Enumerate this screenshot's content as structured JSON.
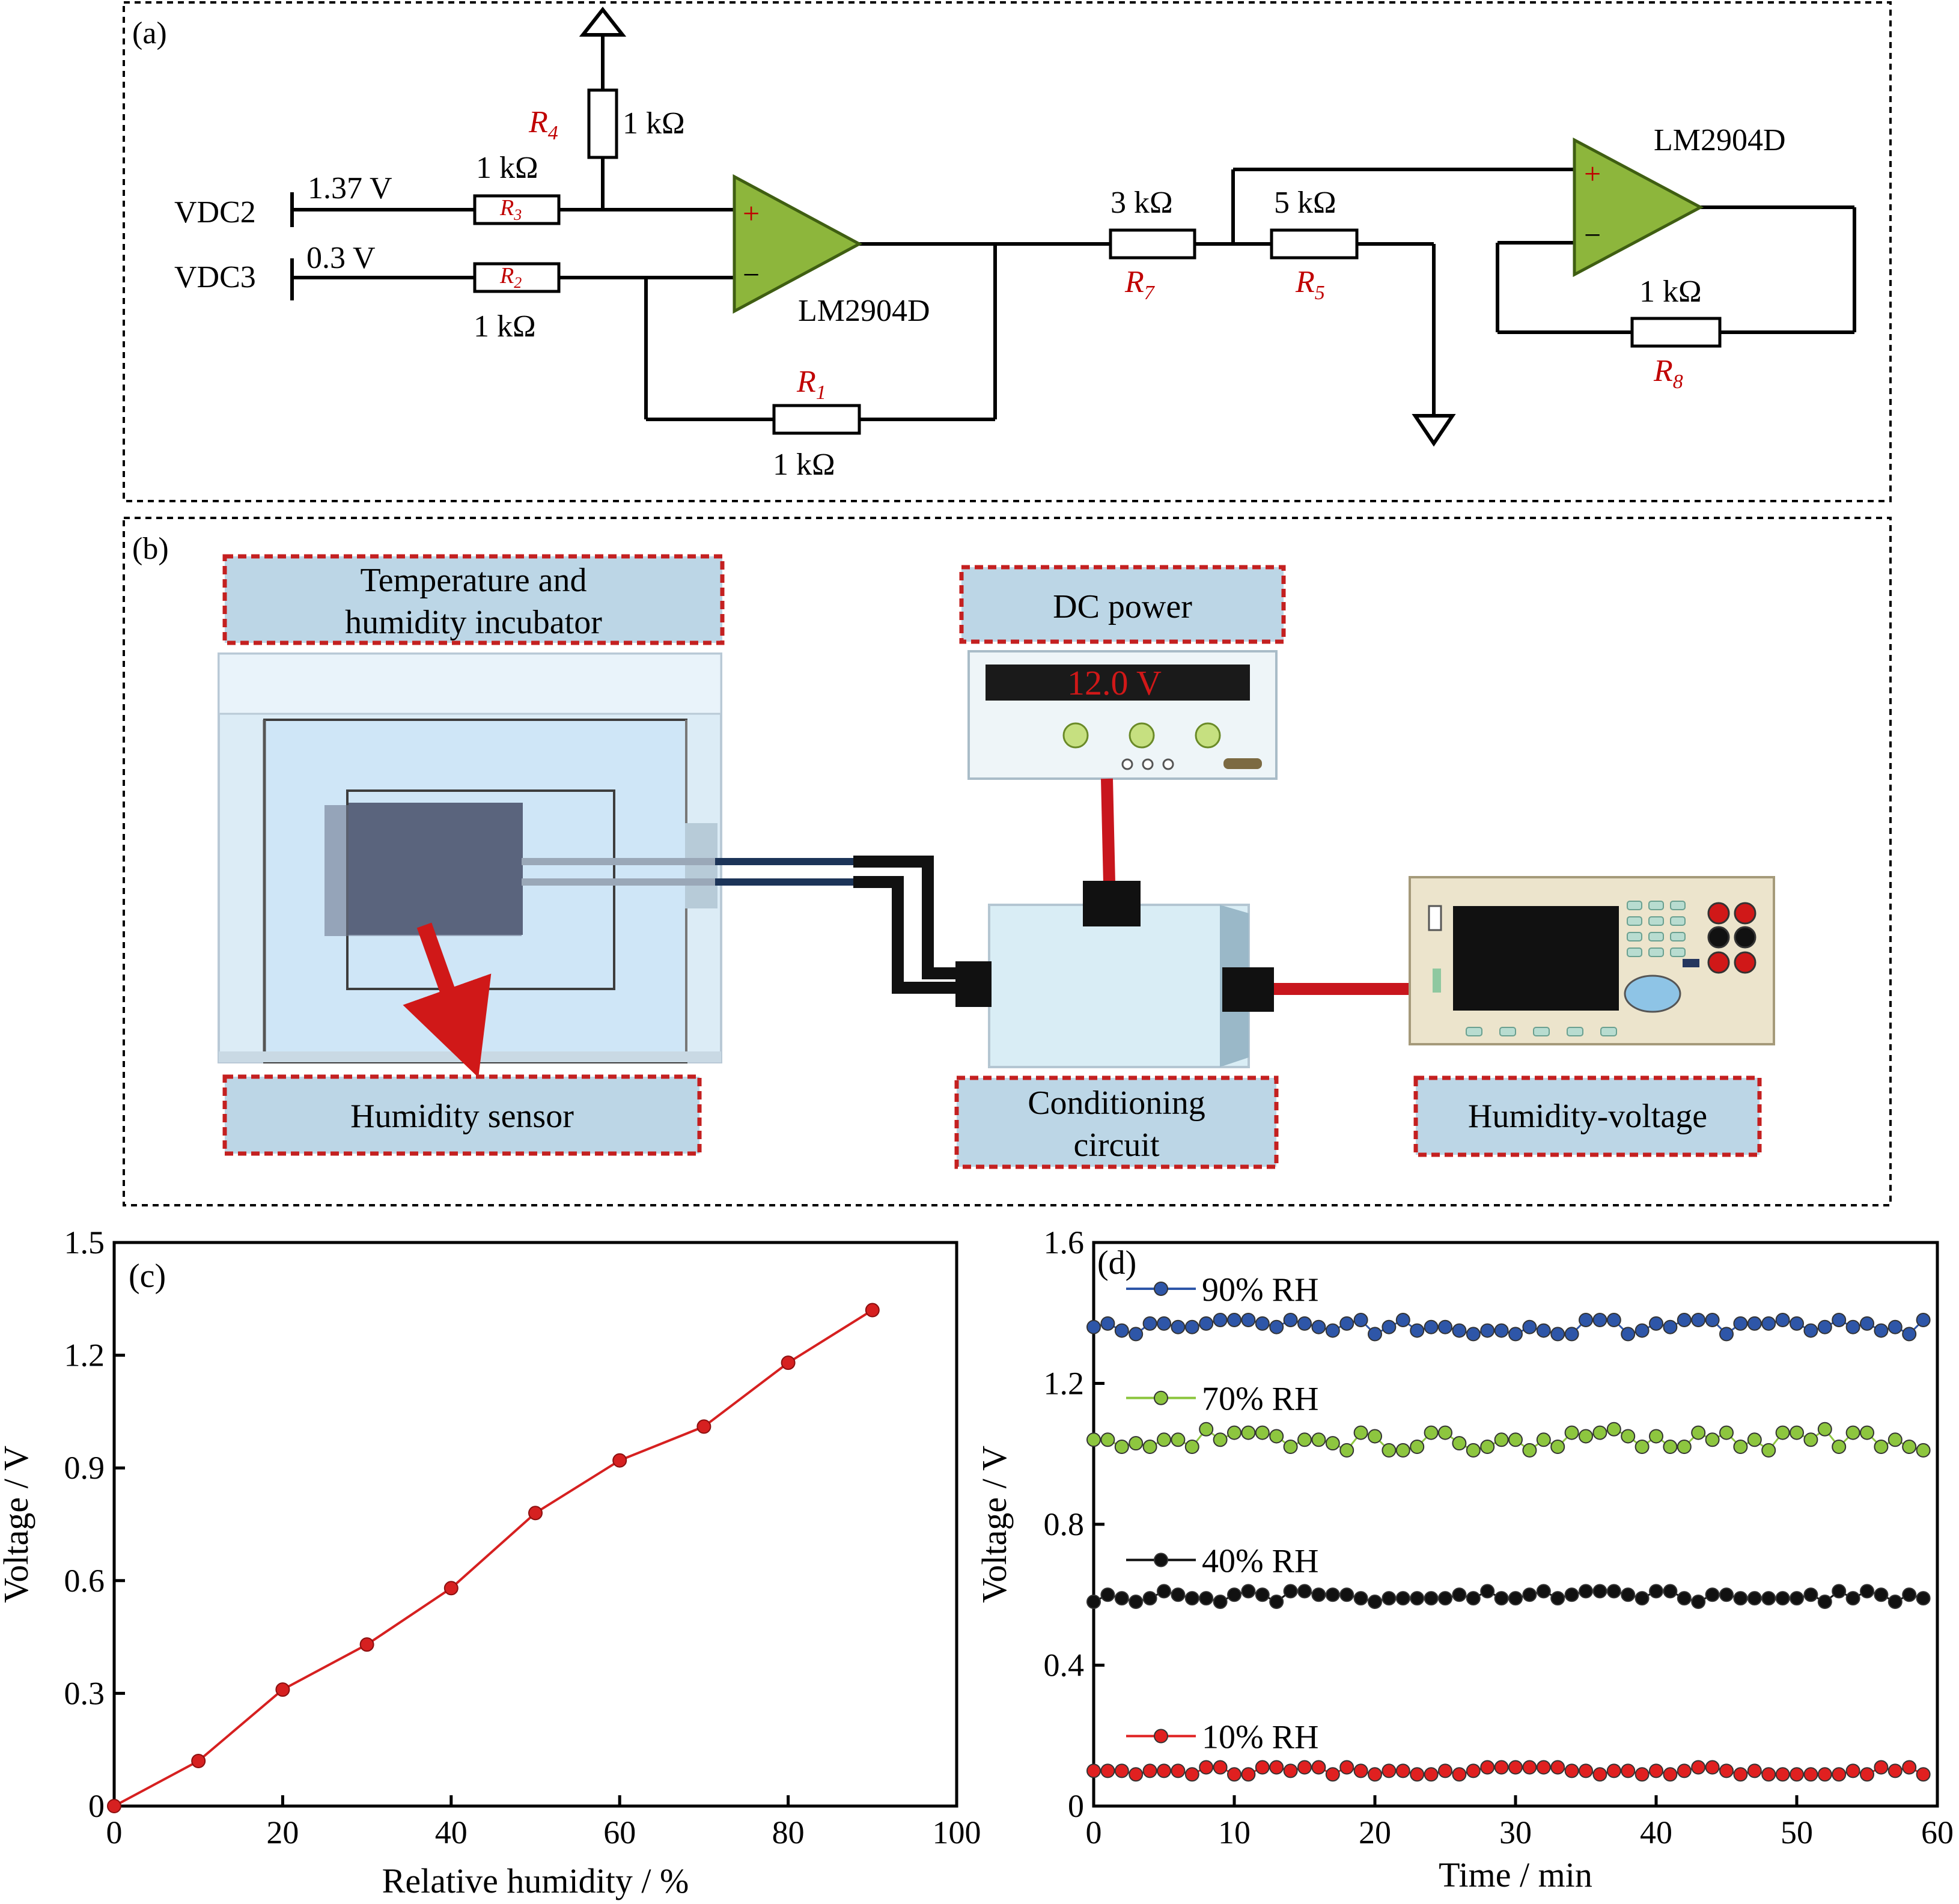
{
  "panel_a": {
    "label": "(a)",
    "inputs": [
      {
        "name": "VDC2",
        "voltage": "1.37 V"
      },
      {
        "name": "VDC3",
        "voltage": "0.3 V"
      }
    ],
    "opamp_label": "LM2904D",
    "plus_sign": "+",
    "minus_sign": "−",
    "resistors": {
      "r1": {
        "sym": "R",
        "sub": "1",
        "value": "1 kΩ"
      },
      "r2": {
        "sym": "R",
        "sub": "2",
        "value": "1 kΩ"
      },
      "r3": {
        "sym": "R",
        "sub": "3",
        "value": "1 kΩ"
      },
      "r4": {
        "sym": "R",
        "sub": "4",
        "value": "1 kΩ"
      },
      "r5": {
        "sym": "R",
        "sub": "5",
        "value": "5 kΩ"
      },
      "r7": {
        "sym": "R",
        "sub": "7",
        "value": "3 kΩ"
      },
      "r8": {
        "sym": "R",
        "sub": "8",
        "value": "1 kΩ"
      }
    },
    "colors": {
      "opamp": "#8db63c",
      "red_label": "#c00000"
    }
  },
  "panel_b": {
    "label": "(b)",
    "incubator_label": [
      "Temperature and",
      "humidity incubator"
    ],
    "sensor_label": "Humidity sensor",
    "dc_power_label": "DC power",
    "dc_display": "12.0 V",
    "conditioning_label": [
      "Conditioning",
      "circuit"
    ],
    "meter_label": "Humidity-voltage",
    "colors": {
      "label_fill": "#bcd6e6",
      "label_border": "#c42020",
      "cable_red": "#c8161d"
    }
  },
  "panel_c": {
    "label": "(c)",
    "chart_data": {
      "type": "line",
      "xlabel": "Relative humidity / %",
      "ylabel": "Voltage / V",
      "xlim": [
        0,
        100
      ],
      "ylim": [
        0,
        1.5
      ],
      "xticks": [
        "0",
        "20",
        "40",
        "60",
        "80",
        "100"
      ],
      "yticks": [
        "0",
        "0.3",
        "0.6",
        "0.9",
        "1.2",
        "1.5"
      ],
      "x": [
        0,
        10,
        20,
        30,
        40,
        50,
        60,
        70,
        80,
        90
      ],
      "y": [
        0.0,
        0.12,
        0.31,
        0.43,
        0.58,
        0.78,
        0.92,
        1.01,
        1.18,
        1.32
      ],
      "color": "#d62020",
      "grid": false
    }
  },
  "panel_d": {
    "label": "(d)",
    "chart_data": {
      "type": "scatter",
      "xlabel": "Time / min",
      "ylabel": "Voltage / V",
      "xlim": [
        0,
        60
      ],
      "ylim": [
        0,
        1.6
      ],
      "xticks": [
        "0",
        "10",
        "20",
        "30",
        "40",
        "50",
        "60"
      ],
      "yticks": [
        "0",
        "0.4",
        "0.8",
        "1.2",
        "1.6"
      ],
      "grid": false,
      "legend_placement": "inline-left",
      "series": [
        {
          "name": "90% RH",
          "color": "#2e56a8",
          "x": [
            0,
            1,
            2,
            3,
            4,
            5,
            6,
            7,
            8,
            9,
            10,
            11,
            12,
            13,
            14,
            15,
            16,
            17,
            18,
            19,
            20,
            21,
            22,
            23,
            24,
            25,
            26,
            27,
            28,
            29,
            30,
            31,
            32,
            33,
            34,
            35,
            36,
            37,
            38,
            39,
            40,
            41,
            42,
            43,
            44,
            45,
            46,
            47,
            48,
            49,
            50,
            51,
            52,
            53,
            54,
            55,
            56,
            57,
            58,
            59
          ],
          "y": [
            1.36,
            1.37,
            1.35,
            1.34,
            1.37,
            1.37,
            1.36,
            1.36,
            1.37,
            1.38,
            1.38,
            1.38,
            1.37,
            1.36,
            1.38,
            1.37,
            1.36,
            1.35,
            1.37,
            1.38,
            1.34,
            1.36,
            1.38,
            1.35,
            1.36,
            1.36,
            1.35,
            1.34,
            1.35,
            1.35,
            1.34,
            1.36,
            1.35,
            1.34,
            1.34,
            1.38,
            1.38,
            1.38,
            1.34,
            1.35,
            1.37,
            1.36,
            1.38,
            1.38,
            1.38,
            1.34,
            1.37,
            1.37,
            1.37,
            1.38,
            1.37,
            1.35,
            1.36,
            1.38,
            1.36,
            1.37,
            1.35,
            1.36,
            1.34,
            1.38
          ]
        },
        {
          "name": "70% RH",
          "color": "#8dc63f",
          "x": [
            0,
            1,
            2,
            3,
            4,
            5,
            6,
            7,
            8,
            9,
            10,
            11,
            12,
            13,
            14,
            15,
            16,
            17,
            18,
            19,
            20,
            21,
            22,
            23,
            24,
            25,
            26,
            27,
            28,
            29,
            30,
            31,
            32,
            33,
            34,
            35,
            36,
            37,
            38,
            39,
            40,
            41,
            42,
            43,
            44,
            45,
            46,
            47,
            48,
            49,
            50,
            51,
            52,
            53,
            54,
            55,
            56,
            57,
            58,
            59
          ],
          "y": [
            1.04,
            1.04,
            1.02,
            1.03,
            1.02,
            1.04,
            1.04,
            1.02,
            1.07,
            1.04,
            1.06,
            1.06,
            1.06,
            1.05,
            1.02,
            1.04,
            1.04,
            1.03,
            1.01,
            1.06,
            1.05,
            1.01,
            1.01,
            1.02,
            1.06,
            1.06,
            1.03,
            1.01,
            1.02,
            1.04,
            1.04,
            1.01,
            1.04,
            1.02,
            1.06,
            1.05,
            1.06,
            1.07,
            1.05,
            1.02,
            1.05,
            1.02,
            1.02,
            1.06,
            1.04,
            1.06,
            1.02,
            1.04,
            1.01,
            1.06,
            1.06,
            1.04,
            1.07,
            1.02,
            1.06,
            1.06,
            1.02,
            1.04,
            1.02,
            1.01
          ]
        },
        {
          "name": "40% RH",
          "color": "#111111",
          "x": [
            0,
            1,
            2,
            3,
            4,
            5,
            6,
            7,
            8,
            9,
            10,
            11,
            12,
            13,
            14,
            15,
            16,
            17,
            18,
            19,
            20,
            21,
            22,
            23,
            24,
            25,
            26,
            27,
            28,
            29,
            30,
            31,
            32,
            33,
            34,
            35,
            36,
            37,
            38,
            39,
            40,
            41,
            42,
            43,
            44,
            45,
            46,
            47,
            48,
            49,
            50,
            51,
            52,
            53,
            54,
            55,
            56,
            57,
            58,
            59
          ],
          "y": [
            0.58,
            0.6,
            0.59,
            0.58,
            0.59,
            0.61,
            0.6,
            0.59,
            0.59,
            0.58,
            0.6,
            0.61,
            0.6,
            0.58,
            0.61,
            0.61,
            0.6,
            0.6,
            0.6,
            0.59,
            0.58,
            0.59,
            0.59,
            0.59,
            0.59,
            0.59,
            0.6,
            0.59,
            0.61,
            0.59,
            0.59,
            0.6,
            0.61,
            0.59,
            0.6,
            0.61,
            0.61,
            0.61,
            0.6,
            0.59,
            0.61,
            0.61,
            0.59,
            0.58,
            0.6,
            0.6,
            0.59,
            0.59,
            0.59,
            0.59,
            0.59,
            0.6,
            0.58,
            0.61,
            0.59,
            0.61,
            0.6,
            0.58,
            0.6,
            0.59
          ]
        },
        {
          "name": "10% RH",
          "color": "#e02020",
          "x": [
            0,
            1,
            2,
            3,
            4,
            5,
            6,
            7,
            8,
            9,
            10,
            11,
            12,
            13,
            14,
            15,
            16,
            17,
            18,
            19,
            20,
            21,
            22,
            23,
            24,
            25,
            26,
            27,
            28,
            29,
            30,
            31,
            32,
            33,
            34,
            35,
            36,
            37,
            38,
            39,
            40,
            41,
            42,
            43,
            44,
            45,
            46,
            47,
            48,
            49,
            50,
            51,
            52,
            53,
            54,
            55,
            56,
            57,
            58,
            59
          ],
          "y": [
            0.1,
            0.1,
            0.1,
            0.09,
            0.1,
            0.1,
            0.1,
            0.09,
            0.11,
            0.11,
            0.09,
            0.09,
            0.11,
            0.11,
            0.1,
            0.11,
            0.11,
            0.09,
            0.11,
            0.1,
            0.09,
            0.1,
            0.1,
            0.09,
            0.09,
            0.1,
            0.09,
            0.1,
            0.11,
            0.11,
            0.11,
            0.11,
            0.11,
            0.11,
            0.1,
            0.1,
            0.09,
            0.1,
            0.1,
            0.09,
            0.1,
            0.09,
            0.1,
            0.11,
            0.11,
            0.1,
            0.09,
            0.1,
            0.09,
            0.09,
            0.09,
            0.09,
            0.09,
            0.09,
            0.1,
            0.09,
            0.11,
            0.1,
            0.11,
            0.09
          ]
        }
      ]
    }
  }
}
